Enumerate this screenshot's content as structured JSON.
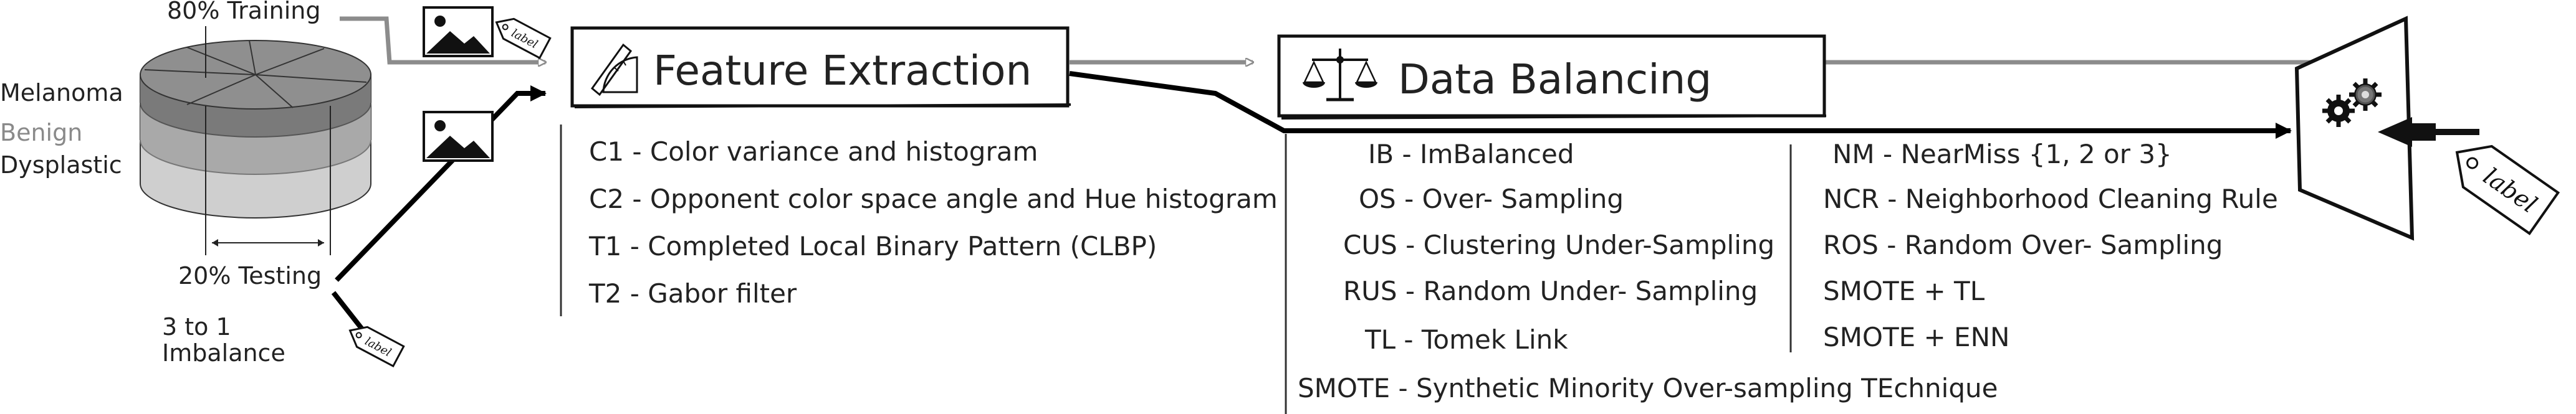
{
  "dataset": {
    "classes": [
      "Melanoma",
      "Benign",
      "Dysplastic"
    ],
    "training_split": "80% Training",
    "testing_split": "20% Testing",
    "imbalance_line1": "3 to 1",
    "imbalance_line2": "Imbalance"
  },
  "feature_extraction": {
    "title": "Feature Extraction",
    "items": [
      "C1 - Color variance and histogram",
      "C2 - Opponent color space angle and Hue histogram",
      "T1 - Completed Local Binary Pattern (CLBP)",
      "T2 - Gabor filter"
    ]
  },
  "data_balancing": {
    "title": "Data Balancing",
    "left_items": [
      "IB - ImBalanced",
      "OS - Over- Sampling",
      "CUS - Clustering Under-Sampling",
      "RUS - Random Under- Sampling",
      "TL - Tomek Link"
    ],
    "right_items": [
      "NM - NearMiss {1, 2 or 3}",
      "NCR - Neighborhood Cleaning Rule",
      "ROS - Random Over- Sampling",
      "SMOTE + TL",
      "SMOTE + ENN"
    ],
    "footer": "SMOTE - Synthetic Minority Over-sampling TEchnique"
  },
  "tags": {
    "label_text": "label"
  },
  "colors": {
    "training_path": "#8c8c8c",
    "testing_path": "#000000",
    "box_border": "#111111",
    "disk_dark": "#7a7a7a",
    "disk_mid": "#a9a9a9",
    "disk_light": "#cfcfcf",
    "benign_text": "#8a8a8a"
  },
  "icons": [
    "image-icon",
    "label-tag-icon",
    "ruler-protractor-icon",
    "scales-icon",
    "gears-icon",
    "classifier-panel-icon"
  ]
}
